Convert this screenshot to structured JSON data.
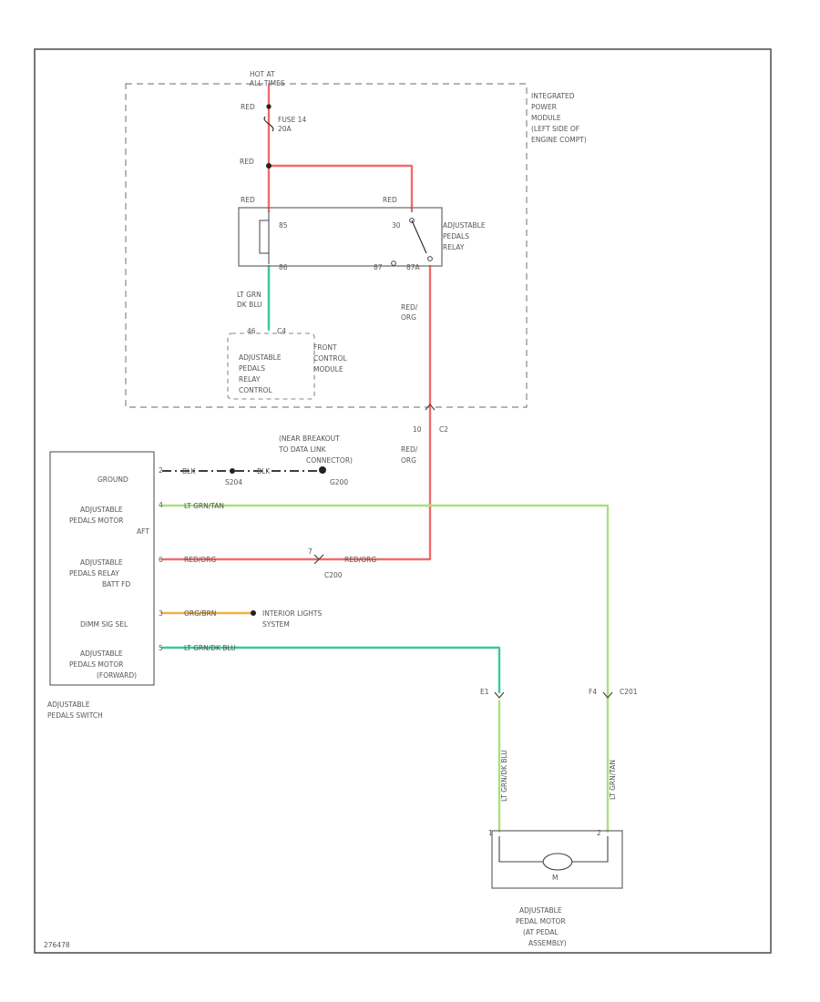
{
  "colors": {
    "red": "#f26b6b",
    "green_blue": "#33cc99",
    "light_green": "#a9e07a",
    "orange": "#f0b040",
    "black": "#222222"
  },
  "power_source": {
    "line1": "HOT AT",
    "line2": "ALL TIMES"
  },
  "fuse": {
    "line1": "FUSE 14",
    "line2": "20A"
  },
  "ipm": {
    "line1": "INTEGRATED",
    "line2": "POWER",
    "line3": "MODULE",
    "line4": "(LEFT SIDE OF",
    "line5": "ENGINE COMPT)"
  },
  "relay": {
    "line1": "ADJUSTABLE",
    "line2": "PEDALS",
    "line3": "RELAY",
    "coil_top": "85",
    "coil_bot": "86",
    "sw_com": "30",
    "sw_nc": "87",
    "sw_no": "87A"
  },
  "wire_labels": {
    "red_a": "RED",
    "red_b": "RED",
    "red_c": "RED",
    "red_d": "RED",
    "ltgrn_dkblu_1": "LT GRN",
    "ltgrn_dkblu_2": "DK BLU",
    "red_org_1": "RED/",
    "red_org_2": "ORG",
    "red_org_3": "RED/",
    "red_org_4": "ORG",
    "blk_1": "BLK",
    "blk_2": "BLK",
    "ltgrn_tan": "LT GRN/TAN",
    "red_org_h1": "RED/ORG",
    "red_org_h2": "RED/ORG",
    "org_brn": "ORG/BRN",
    "ltgrn_dkblu_h": "LT GRN/DK BLU",
    "ltgrn_dkblu_v": "LT GRN/DK BLU",
    "ltgrn_tan_v": "LT GRN/TAN"
  },
  "fcm": {
    "pin": "46",
    "conn": "C4",
    "line1": "FRONT",
    "line2": "CONTROL",
    "line3": "MODULE",
    "box_line1": "ADJUSTABLE",
    "box_line2": "PEDALS",
    "box_line3": "RELAY",
    "box_line4": "CONTROL"
  },
  "c2": {
    "pin": "10",
    "conn": "C2"
  },
  "ground": {
    "splice": "S204",
    "note1": "(NEAR BREAKOUT",
    "note2": "TO DATA LINK",
    "note3": "CONNECTOR)",
    "id": "G200"
  },
  "c200": {
    "id": "C200",
    "pin": "7"
  },
  "interior": {
    "line1": "INTERIOR LIGHTS",
    "line2": "SYSTEM"
  },
  "switch": {
    "name_line1": "ADJUSTABLE",
    "name_line2": "PEDALS SWITCH",
    "pins": [
      "2",
      "4",
      "6",
      "3",
      "5"
    ],
    "labels": {
      "ground": "GROUND",
      "aft_1": "ADJUSTABLE",
      "aft_2": "PEDALS MOTOR",
      "aft_3": "AFT",
      "batt_1": "ADJUSTABLE",
      "batt_2": "PEDALS RELAY",
      "batt_3": "BATT FD",
      "dimm": "DIMM SIG SEL",
      "fwd_1": "ADJUSTABLE",
      "fwd_2": "PEDALS MOTOR",
      "fwd_3": "(FORWARD)"
    }
  },
  "c201": {
    "id": "C201",
    "pin_left": "E1",
    "pin_right": "F4"
  },
  "motor": {
    "symbol": "M",
    "pin_left": "1",
    "pin_right": "2",
    "line1": "ADJUSTABLE",
    "line2": "PEDAL MOTOR",
    "line3": "(AT PEDAL",
    "line4": "ASSEMBLY)"
  },
  "footer_code": "276478"
}
